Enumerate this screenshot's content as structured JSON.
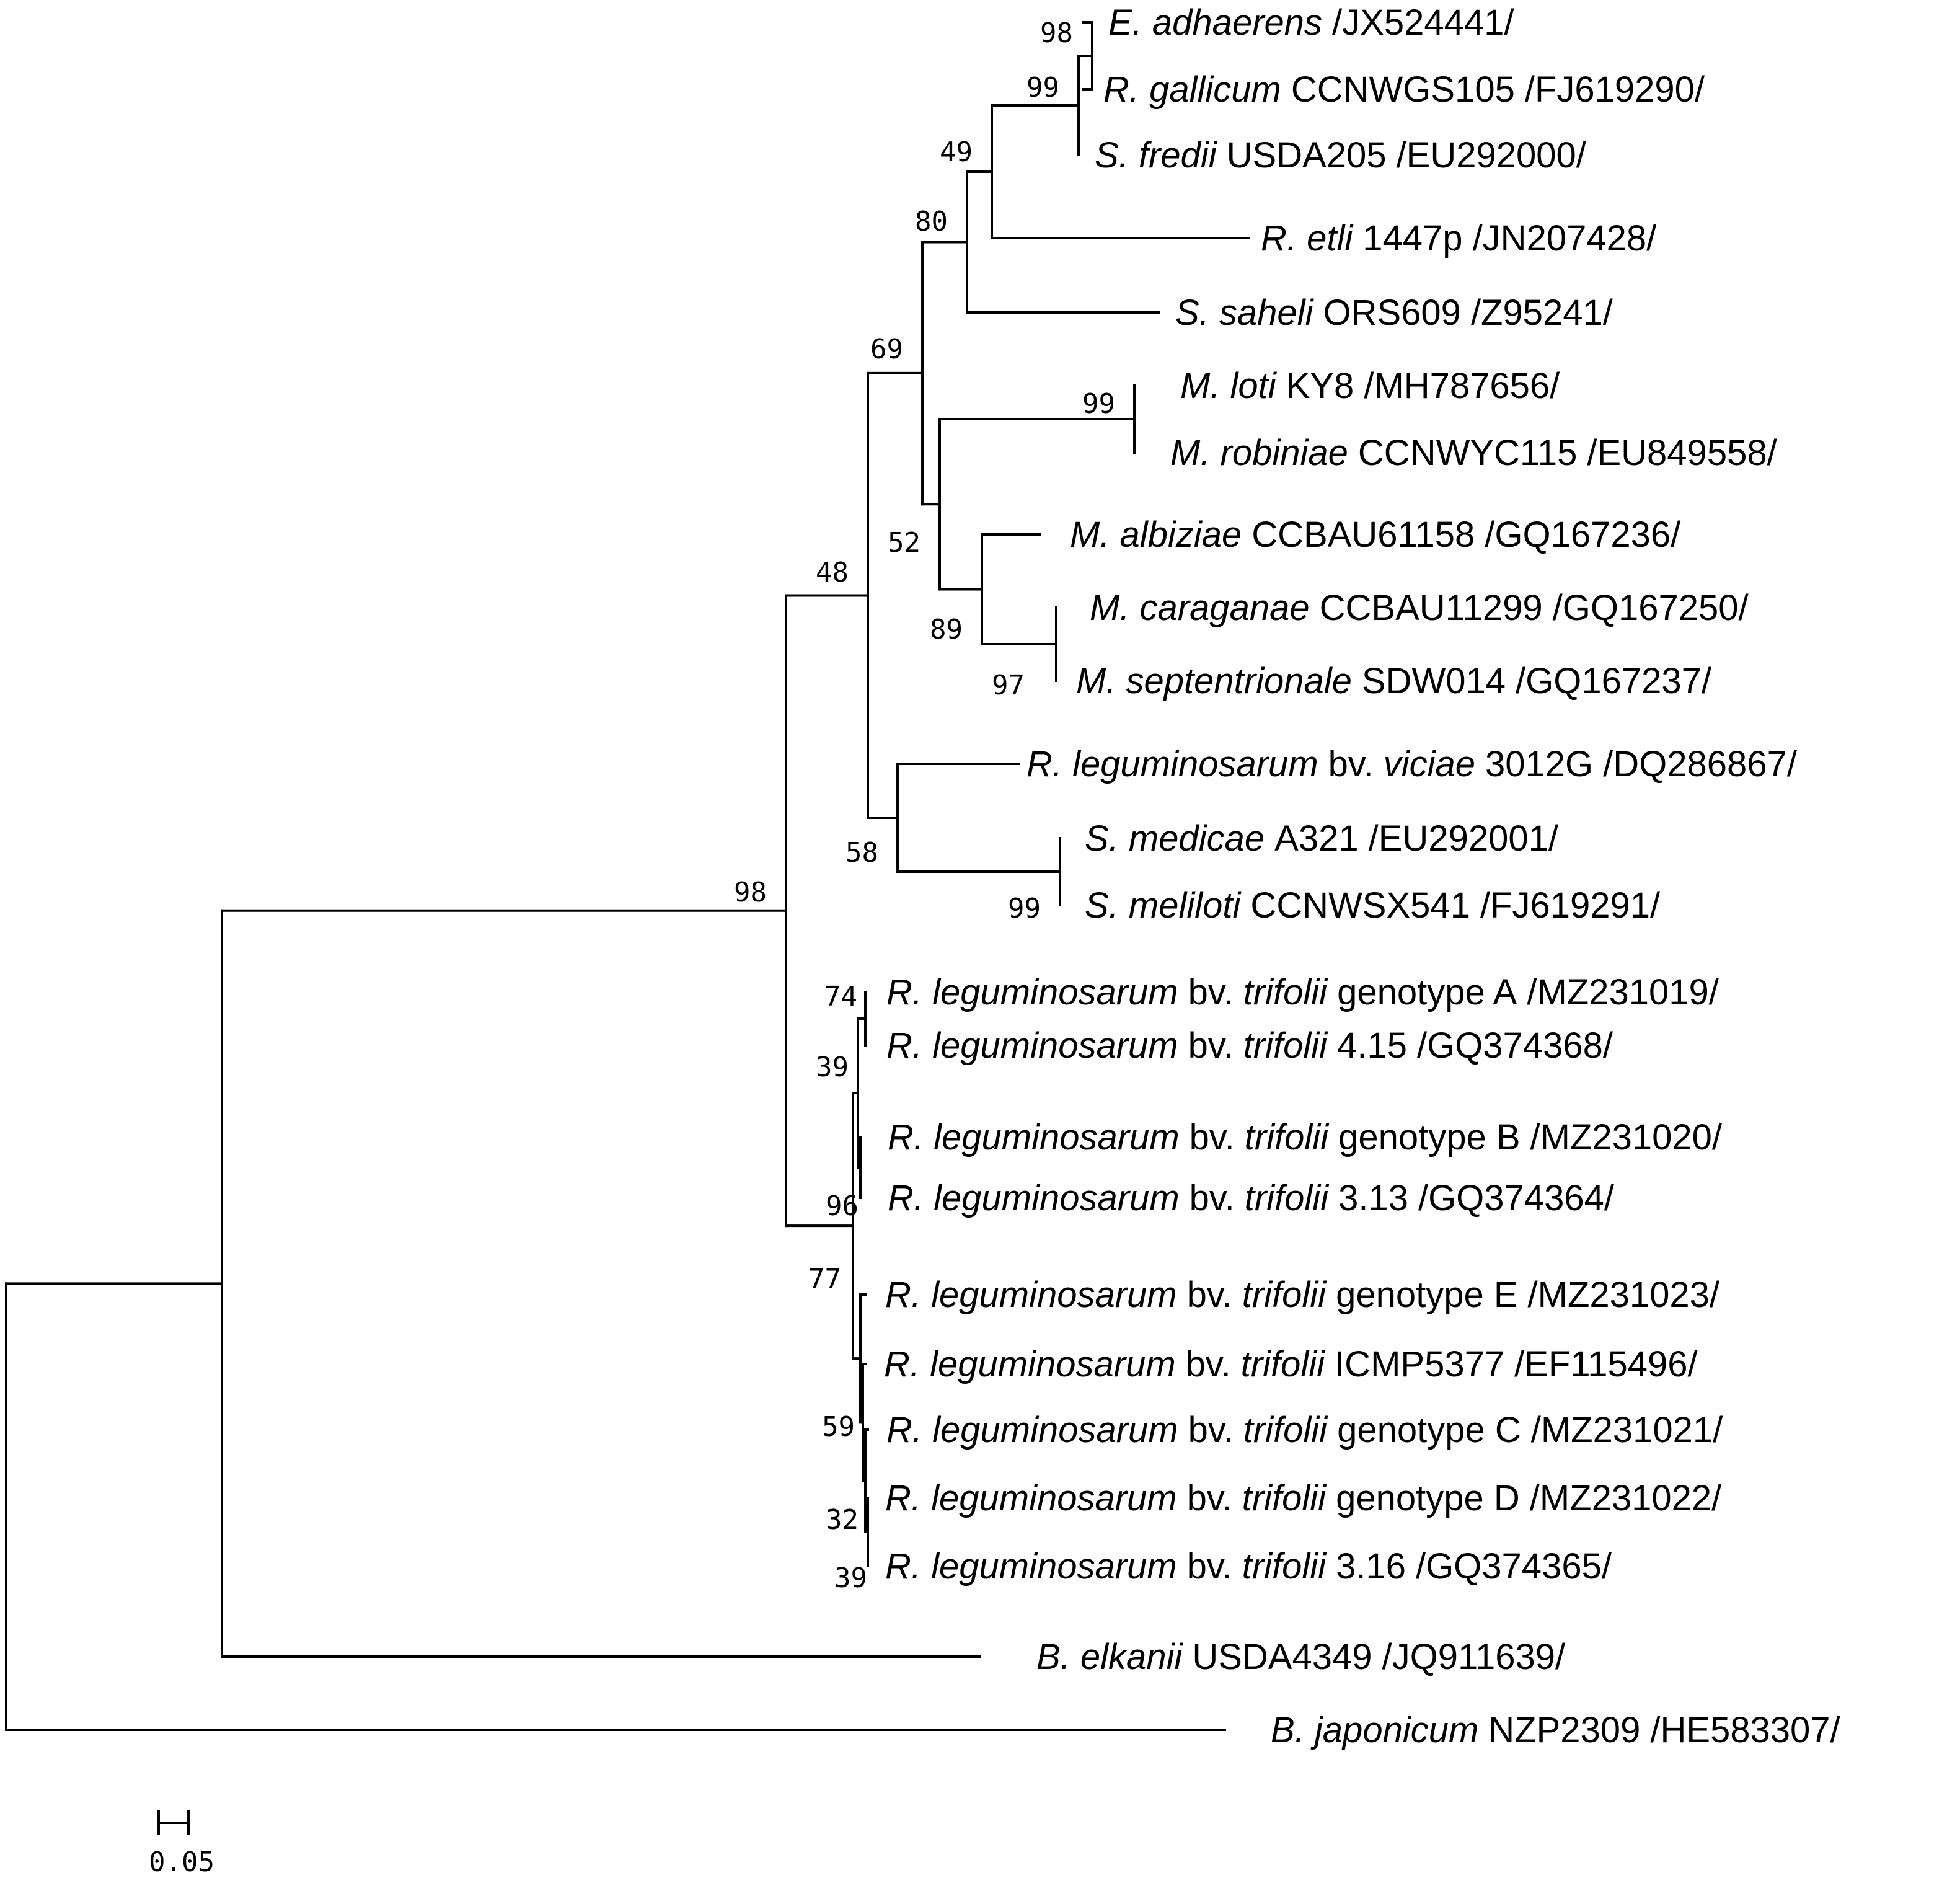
{
  "taxa": [
    {
      "id": "ead",
      "species": "E. adhaerens",
      "strain": "",
      "accession": "/JX524441/"
    },
    {
      "id": "rga",
      "species": "R. gallicum",
      "strain": "CCNWGS105",
      "accession": "/FJ619290/"
    },
    {
      "id": "sfr",
      "species": "S. fredii",
      "strain": "USDA205",
      "accession": "/EU292000/"
    },
    {
      "id": "ret",
      "species": "R. etli",
      "strain": "1447p",
      "accession": "/JN207428/"
    },
    {
      "id": "ssa",
      "species": "S. saheli",
      "strain": "ORS609",
      "accession": "/Z95241/"
    },
    {
      "id": "mlo",
      "species": "M. loti",
      "strain": "KY8",
      "accession": "/MH787656/"
    },
    {
      "id": "mro",
      "species": "M. robiniae",
      "strain": "CCNWYC115",
      "accession": "/EU849558/"
    },
    {
      "id": "mal",
      "species": "M. albiziae",
      "strain": "CCBAU61158",
      "accession": "/GQ167236/"
    },
    {
      "id": "mca",
      "species": "M. caraganae",
      "strain": "CCBAU11299",
      "accession": "/GQ167250/"
    },
    {
      "id": "mse",
      "species": "M. septentrionale",
      "strain": "SDW014",
      "accession": "/GQ167237/"
    },
    {
      "id": "rlv",
      "species": "R. leguminosarum",
      "bv_label": "bv.",
      "biovar": "viciae",
      "strain": "3012G",
      "accession": "/DQ286867/"
    },
    {
      "id": "sme",
      "species": "S. medicae",
      "strain": "A321",
      "accession": "/EU292001/"
    },
    {
      "id": "sml",
      "species": "S. meliloti",
      "strain": "CCNWSX541",
      "accession": "/FJ619291/"
    },
    {
      "id": "gA",
      "species": "R. leguminosarum",
      "bv_label": "bv.",
      "biovar": "trifolii",
      "strain": "genotype A",
      "accession": "/MZ231019/"
    },
    {
      "id": "t415",
      "species": "R. leguminosarum",
      "bv_label": "bv.",
      "biovar": "trifolii",
      "strain": "4.15",
      "accession": "/GQ374368/"
    },
    {
      "id": "gB",
      "species": "R. leguminosarum",
      "bv_label": "bv.",
      "biovar": "trifolii",
      "strain": "genotype B",
      "accession": "/MZ231020/"
    },
    {
      "id": "t313",
      "species": "R. leguminosarum",
      "bv_label": "bv.",
      "biovar": "trifolii",
      "strain": "3.13",
      "accession": "/GQ374364/"
    },
    {
      "id": "gE",
      "species": "R. leguminosarum",
      "bv_label": "bv.",
      "biovar": "trifolii",
      "strain": "genotype E",
      "accession": "/MZ231023/"
    },
    {
      "id": "icmp",
      "species": "R. leguminosarum",
      "bv_label": "bv.",
      "biovar": "trifolii",
      "strain": "ICMP5377",
      "accession": "/EF115496/"
    },
    {
      "id": "gC",
      "species": "R. leguminosarum",
      "bv_label": "bv.",
      "biovar": "trifolii",
      "strain": "genotype C",
      "accession": "/MZ231021/"
    },
    {
      "id": "gD",
      "species": "R. leguminosarum",
      "bv_label": "bv.",
      "biovar": "trifolii",
      "strain": "genotype D",
      "accession": "/MZ231022/"
    },
    {
      "id": "t316",
      "species": "R. leguminosarum",
      "bv_label": "bv.",
      "biovar": "trifolii",
      "strain": "3.16",
      "accession": "/GQ374365/"
    },
    {
      "id": "bel",
      "species": "B. elkanii",
      "strain": "USDA4349",
      "accession": "/JQ911639/"
    },
    {
      "id": "bja",
      "species": "B. japonicum",
      "strain": "NZP2309",
      "accession": "/HE583307/"
    }
  ],
  "bootstrap": [
    {
      "node": "n_ead_rga",
      "value": "98"
    },
    {
      "node": "n_ead_sfr",
      "value": "99"
    },
    {
      "node": "n_with_ret",
      "value": "49"
    },
    {
      "node": "n_with_ssa",
      "value": "80"
    },
    {
      "node": "n_rhizo_meso",
      "value": "69"
    },
    {
      "node": "n_loti",
      "value": "99"
    },
    {
      "node": "n_meso",
      "value": "52"
    },
    {
      "node": "n_meso_b",
      "value": "89"
    },
    {
      "node": "n_cara_sept",
      "value": "97"
    },
    {
      "node": "n_upper",
      "value": "48"
    },
    {
      "node": "n_viciae_sino",
      "value": "58"
    },
    {
      "node": "n_sino",
      "value": "99"
    },
    {
      "node": "n_ingroup",
      "value": "98"
    },
    {
      "node": "n_tri_A",
      "value": "74"
    },
    {
      "node": "n_tri_A415",
      "value": "39"
    },
    {
      "node": "n_tri_B",
      "value": "96"
    },
    {
      "node": "n_trifolii",
      "value": "77"
    },
    {
      "node": "n_tri_C",
      "value": "59"
    },
    {
      "node": "n_tri_D",
      "value": "32"
    },
    {
      "node": "n_tri_316",
      "value": "39"
    }
  ],
  "scale_bar": {
    "value": 0.05,
    "label": "0.05"
  }
}
